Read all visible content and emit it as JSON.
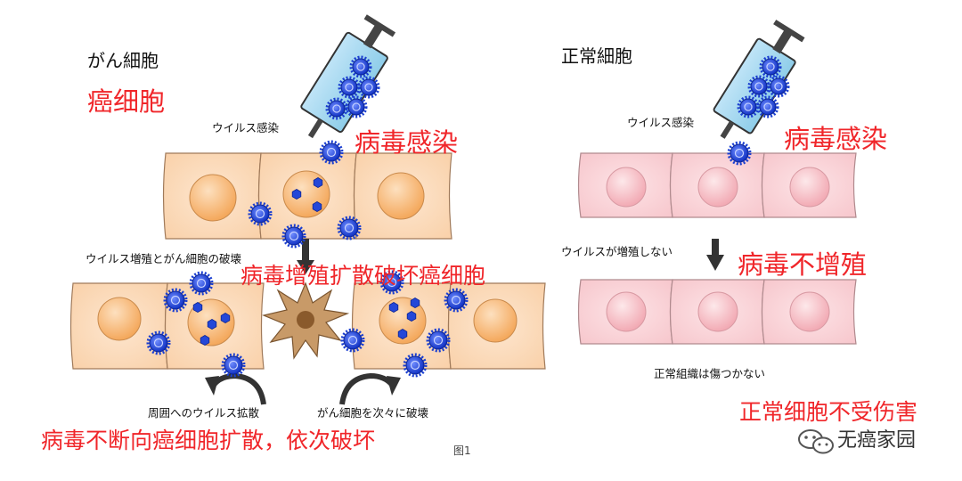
{
  "left": {
    "title_jp": "がん細胞",
    "title_cn": "癌细胞",
    "infection_jp": "ウイルス感染",
    "infection_cn": "病毒感染",
    "proliferation_jp": "ウイルス増殖とがん細胞の破壊",
    "proliferation_cn": "病毒增殖扩散破坏癌细胞",
    "spread_jp": "周囲へのウイルス拡散",
    "destroy_jp": "がん細胞を次々に破壊",
    "bottom_cn": "病毒不断向癌细胞扩散，依次破坏"
  },
  "right": {
    "title_jp": "正常細胞",
    "infection_jp": "ウイルス感染",
    "infection_cn": "病毒感染",
    "no_proliferation_jp": "ウイルスが増殖しない",
    "no_proliferation_cn": "病毒不增殖",
    "unharmed_jp": "正常組織は傷つかない",
    "unharmed_cn": "正常细胞不受伤害"
  },
  "figure_label": "图1",
  "watermark": "无癌家园",
  "colors": {
    "cancer_cell": "#fbd8b6",
    "cancer_nucleus": "#f4a85c",
    "normal_cell": "#f9d2d6",
    "normal_nucleus": "#f4b8c0",
    "virus": "#1b3fd1",
    "burst": "#b98a58",
    "annotation_red": "#f0262a"
  },
  "icons": [
    "syringe-icon",
    "virus-particle-icon",
    "down-arrow-icon",
    "curved-arrow-icon",
    "cell-burst-icon",
    "wechat-logo-icon"
  ]
}
